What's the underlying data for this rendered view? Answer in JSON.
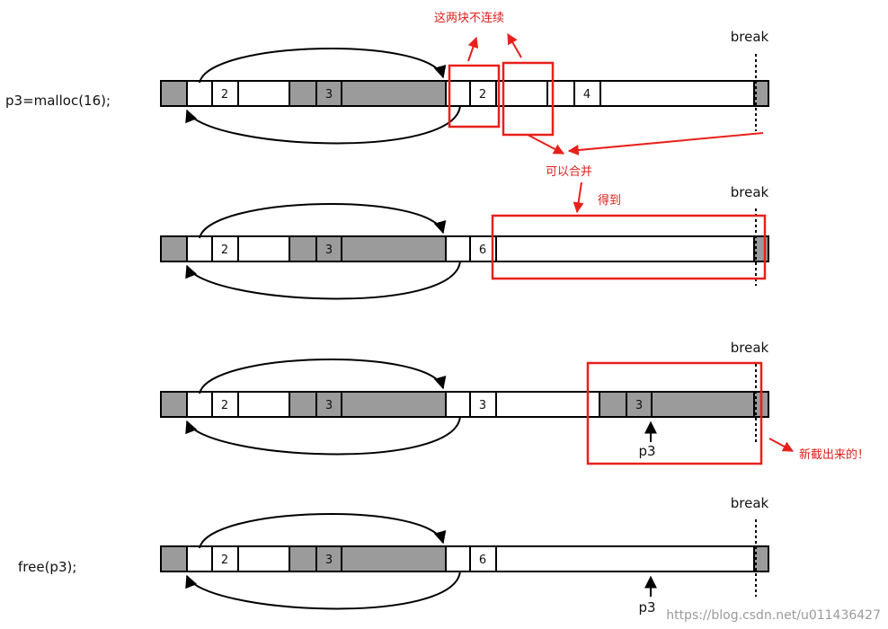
{
  "colors": {
    "allocated": "#9b9b9b",
    "free": "#ffffff",
    "stroke": "#000000",
    "highlight": "#e8201b",
    "watermark": "#9a9a9a"
  },
  "rows": [
    {
      "call_label": "p3=malloc(16);",
      "break_label": "break",
      "pointer_label": "",
      "blocks": [
        "2",
        "3",
        "2",
        "4"
      ]
    },
    {
      "call_label": "",
      "break_label": "break",
      "pointer_label": "",
      "blocks": [
        "2",
        "3",
        "6"
      ]
    },
    {
      "call_label": "",
      "break_label": "break",
      "pointer_label": "p3",
      "blocks": [
        "2",
        "3",
        "3",
        "3"
      ]
    },
    {
      "call_label": "free(p3);",
      "break_label": "break",
      "pointer_label": "p3",
      "blocks": [
        "2",
        "3",
        "6"
      ]
    }
  ],
  "annotations": {
    "not_contiguous": "这两块不连续",
    "can_merge": "可以合并",
    "result": "得到",
    "newly_cut": "新截出来的！"
  },
  "watermark": "https://blog.csdn.net/u011436427"
}
